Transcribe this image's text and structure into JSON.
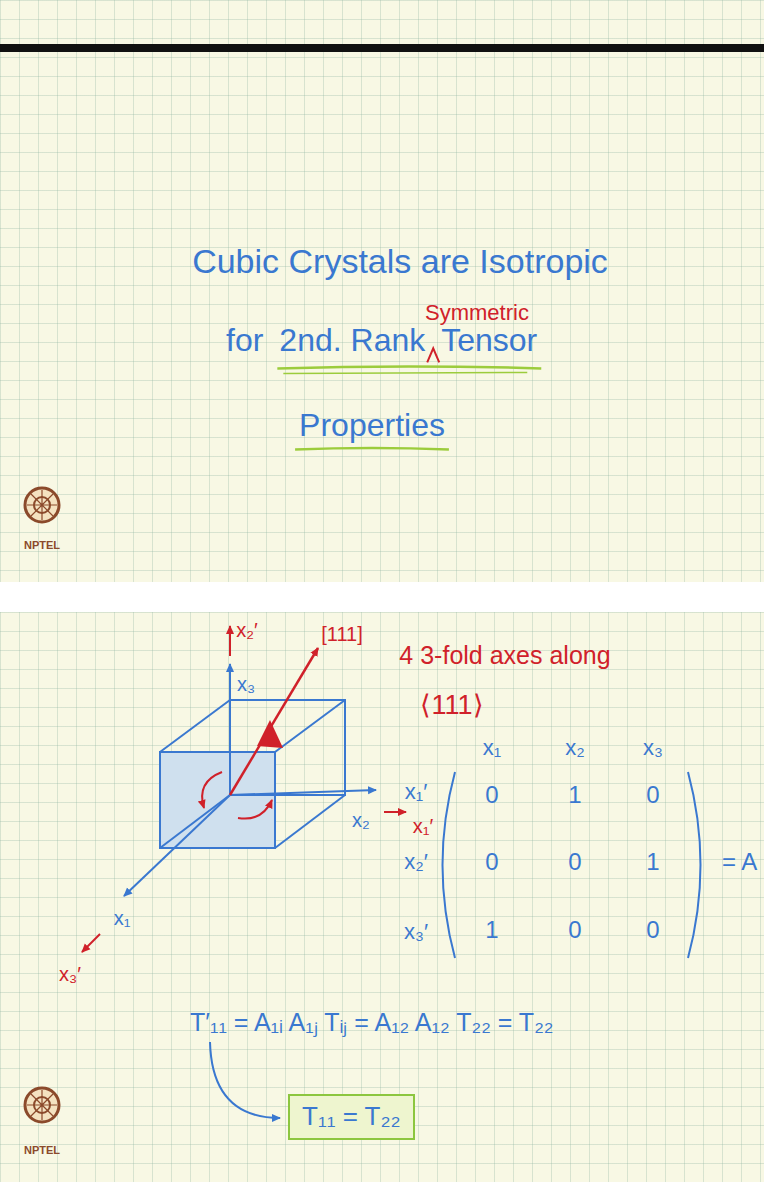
{
  "diagram": {
    "nodes": [
      {
        "text": [
          "T₁₁ = T₂₂"
        ]
      }
    ],
    "labels": [
      "Cubic Crystals are Isotropic",
      "Symmetric",
      "for",
      "2nd. Rank",
      "Tensor",
      "Properties",
      "NPTEL",
      "x₂′",
      "x₃",
      "[111]",
      "4 3-fold axes along",
      "⟨111⟩",
      "x₂",
      "x₁′",
      "x₁",
      "x₃′",
      "x₁",
      "x₂",
      "x₃",
      "x₁′",
      "x₂′",
      "x₃′",
      "0",
      "1",
      "0",
      "0",
      "0",
      "1",
      "1",
      "0",
      "0",
      "= A",
      "T′₁₁ = A₁ᵢ A₁ⱼ Tᵢⱼ = A₁₂ A₁₂ T₂₂ = T₂₂",
      "NPTEL"
    ]
  }
}
